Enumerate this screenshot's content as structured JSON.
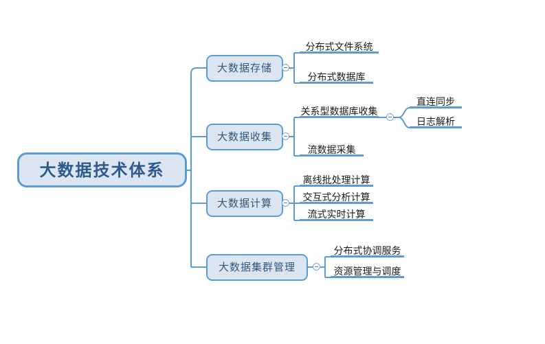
{
  "diagram": {
    "title": "大数据技术体系",
    "type": "mind-map",
    "colors": {
      "node_fill": "#dce6f2",
      "node_border": "#5b9bd5",
      "root_text": "#2e5a8e",
      "l2_text": "#31567f",
      "leaf_text": "#1a1a1a",
      "connector": "#5b9bd5",
      "background": "#ffffff"
    },
    "root": {
      "label": "大数据技术体系"
    },
    "branches": [
      {
        "label": "大数据存储",
        "toggle_icon": "collapse-minus-icon",
        "children": [
          {
            "label": "分布式文件系统"
          },
          {
            "label": "分布式数据库"
          }
        ]
      },
      {
        "label": "大数据收集",
        "toggle_icon": "collapse-minus-icon",
        "children": [
          {
            "label": "关系型数据库收集",
            "toggle_icon": "collapse-minus-icon",
            "children": [
              {
                "label": "直连同步"
              },
              {
                "label": "日志解析"
              }
            ]
          },
          {
            "label": "流数据采集"
          }
        ]
      },
      {
        "label": "大数据计算",
        "toggle_icon": "collapse-minus-icon",
        "children": [
          {
            "label": "离线批处理计算"
          },
          {
            "label": "交互式分析计算"
          },
          {
            "label": "流式实时计算"
          }
        ]
      },
      {
        "label": "大数据集群管理",
        "toggle_icon": "collapse-minus-icon",
        "children": [
          {
            "label": "分布式协调服务"
          },
          {
            "label": "资源管理与调度"
          }
        ]
      }
    ]
  }
}
